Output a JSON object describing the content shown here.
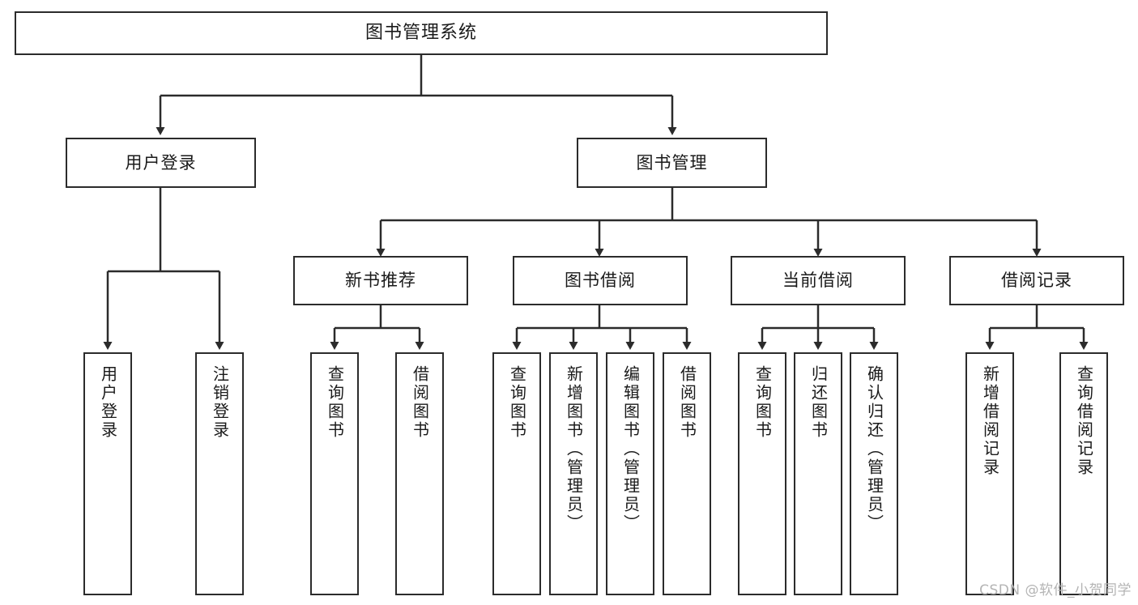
{
  "diagram": {
    "title": "图书管理系统",
    "type": "tree-hierarchy-chart",
    "style": {
      "box_border_color": "#2b2b2b",
      "box_fill": "#ffffff",
      "connector_color": "#2b2b2b",
      "text_color": "#1a1a1a",
      "watermark_color": "#b4b4b4"
    },
    "root": {
      "label": "图书管理系统"
    },
    "level1": [
      {
        "label": "用户登录"
      },
      {
        "label": "图书管理"
      }
    ],
    "level2": [
      {
        "label": "新书推荐"
      },
      {
        "label": "图书借阅"
      },
      {
        "label": "当前借阅"
      },
      {
        "label": "借阅记录"
      }
    ],
    "leaves": {
      "user_login": [
        {
          "label": "用户登录"
        },
        {
          "label": "注销登录"
        }
      ],
      "new_book_recommend": [
        {
          "label": "查询图书"
        },
        {
          "label": "借阅图书"
        }
      ],
      "book_borrow": [
        {
          "label": "查询图书"
        },
        {
          "label": "新增图书（管理员）"
        },
        {
          "label": "编辑图书（管理员）"
        },
        {
          "label": "借阅图书"
        }
      ],
      "current_borrow": [
        {
          "label": "查询图书"
        },
        {
          "label": "归还图书"
        },
        {
          "label": "确认归还（管理员）"
        }
      ],
      "borrow_record": [
        {
          "label": "新增借阅记录"
        },
        {
          "label": "查询借阅记录"
        }
      ]
    },
    "watermark": "CSDN @软件_小贺同学"
  }
}
